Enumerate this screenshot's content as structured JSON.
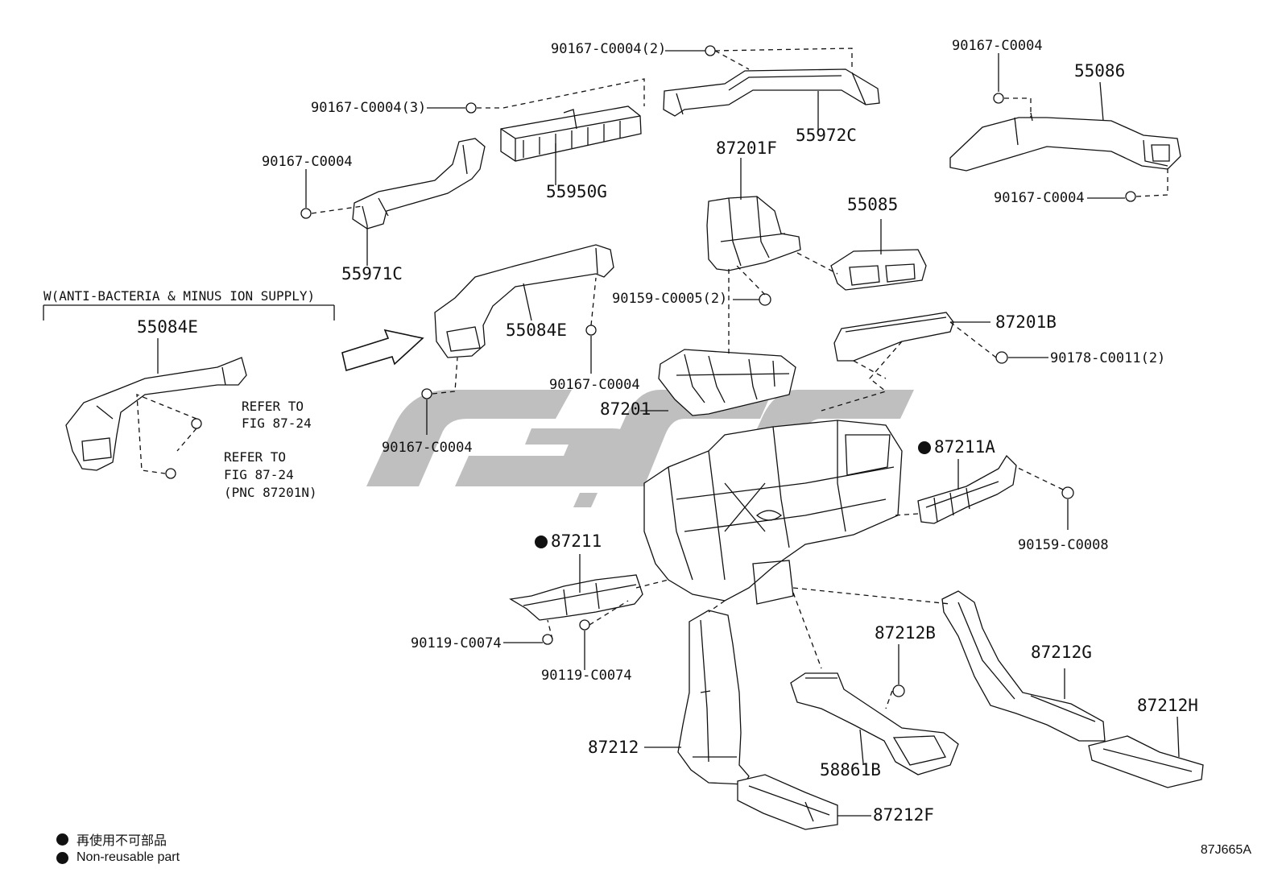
{
  "colors": {
    "line": "#111111",
    "watermark": "#b4b4b4"
  },
  "bracket_label": "W(ANTI-BACTERIA & MINUS ION SUPPLY)",
  "parts": {
    "p90167_c0004_2": "90167-C0004(2)",
    "p90167_c0004_3": "90167-C0004(3)",
    "p90167_c0004_a": "90167-C0004",
    "p90167_c0004_tr": "90167-C0004",
    "p90167_c0004_tr2": "90167-C0004",
    "p90167_c0004_m1": "90167-C0004",
    "p90167_c0004_m2": "90167-C0004",
    "p55086": "55086",
    "p55972c": "55972C",
    "p55950g": "55950G",
    "p87201f": "87201F",
    "p55085": "55085",
    "p55971c": "55971C",
    "p90159_c0005_2": "90159-C0005(2)",
    "p55084e_a": "55084E",
    "p55084e_b": "55084E",
    "p87201b": "87201B",
    "p90178_c0011_2": "90178-C0011(2)",
    "p87201": "87201",
    "p87211a": "87211A",
    "p90159_c0008": "90159-C0008",
    "p87211": "87211",
    "p90119_c0074_a": "90119-C0074",
    "p90119_c0074_b": "90119-C0074",
    "p87212b": "87212B",
    "p87212g": "87212G",
    "p87212h": "87212H",
    "p87212": "87212",
    "p58861b": "58861B",
    "p87212f": "87212F"
  },
  "refer1": {
    "line1": "REFER TO",
    "line2": "FIG 87-24"
  },
  "refer2": {
    "line1": "REFER TO",
    "line2": "FIG 87-24",
    "line3": "(PNC 87201N)"
  },
  "legend": {
    "item1": "再使用不可部品",
    "item2": "Non-reusable part"
  },
  "figure_code": "87J665A"
}
